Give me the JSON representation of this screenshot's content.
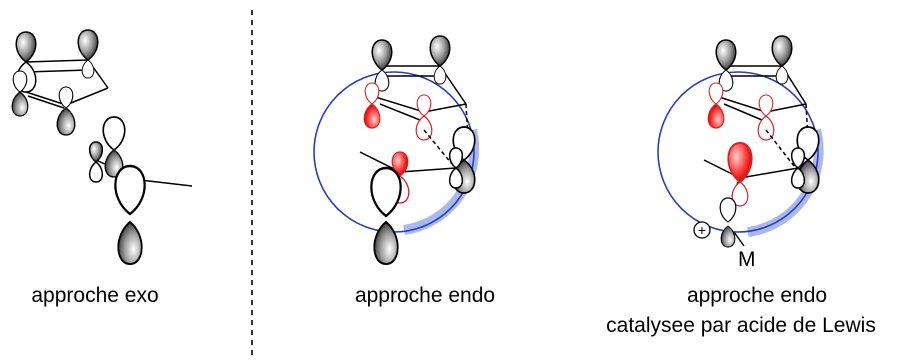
{
  "captions": {
    "exo": "approche exo",
    "endo": "approche endo",
    "lewis_line1": "approche endo",
    "lewis_line2": "catalysee par acide de Lewis"
  },
  "labels": {
    "metal": "M",
    "charge": "+"
  },
  "colors": {
    "ink": "#000000",
    "lobe_shade": "#555555",
    "secondary_orbital": "#e02020",
    "circle": "#2a3fb5",
    "circle_shadow": "#aab8f0"
  }
}
